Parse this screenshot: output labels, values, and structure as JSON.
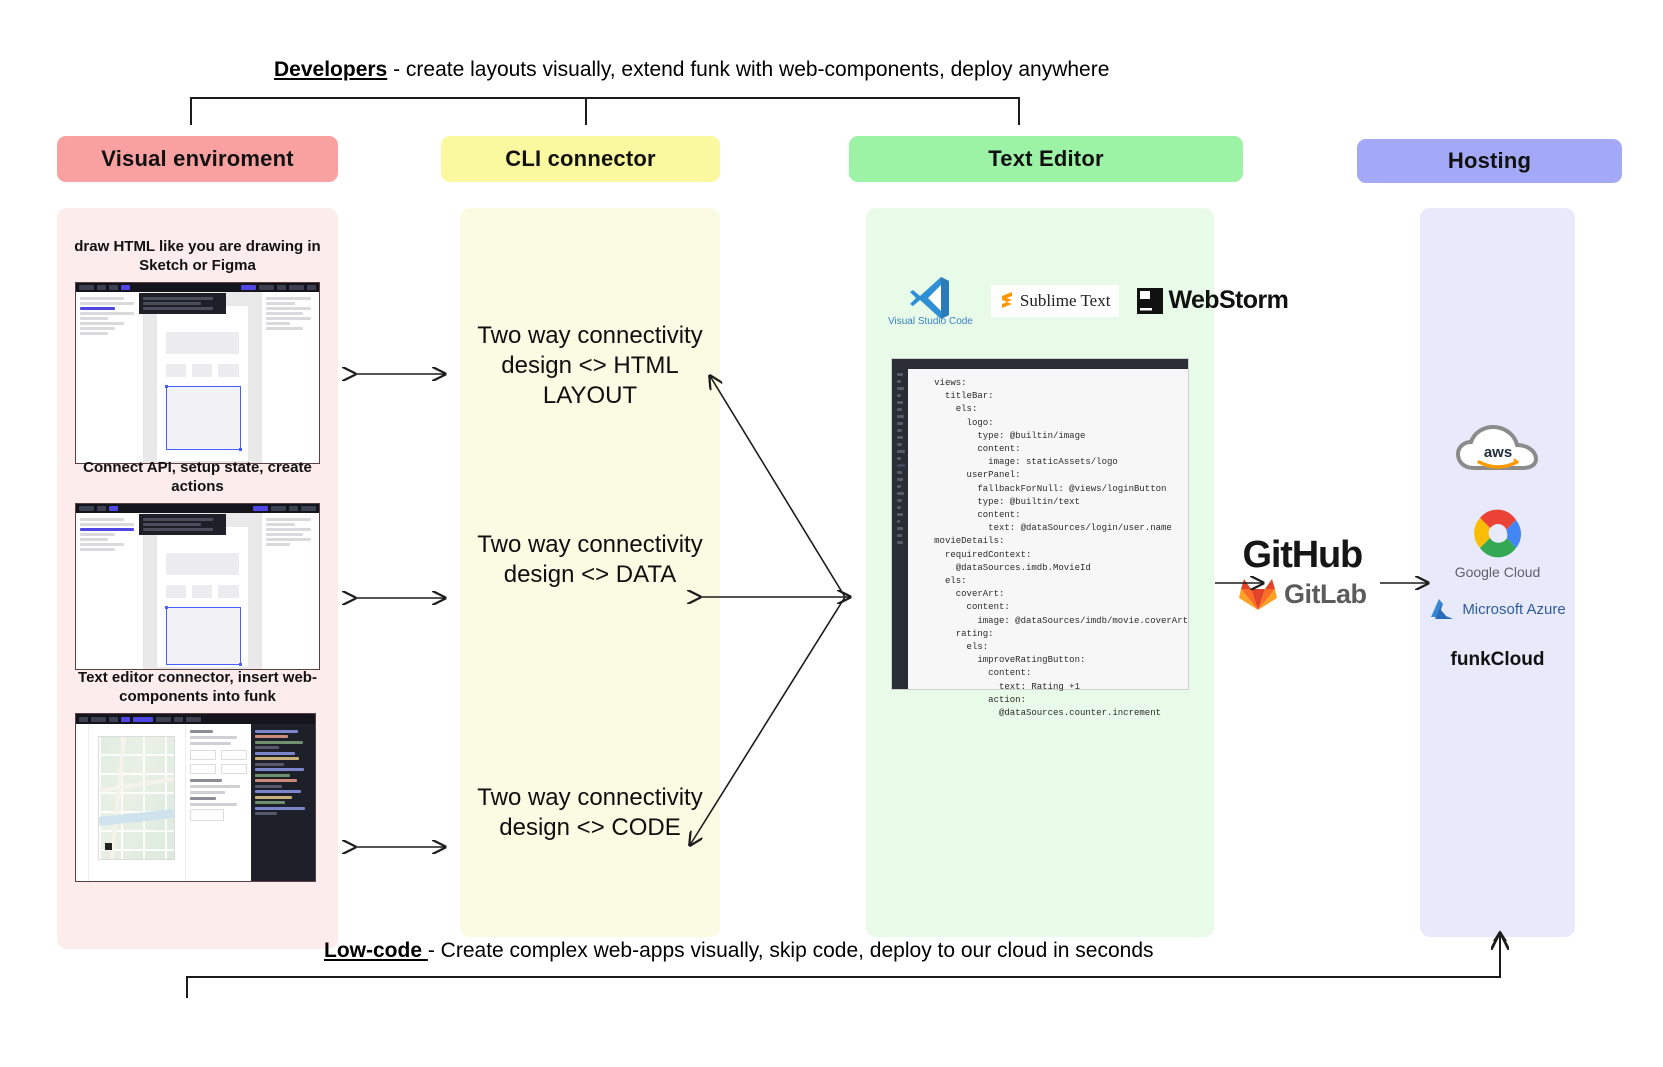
{
  "top_caption": {
    "keyword": "Developers",
    "rest": " - create layouts visually, extend funk with web-components, deploy anywhere"
  },
  "bottom_caption": {
    "keyword": "Low-code ",
    "rest": "- Create complex web-apps visually, skip code, deploy to our cloud in seconds"
  },
  "columns": [
    {
      "id": "visual-enviroment",
      "title": "Visual enviroment",
      "header_color": "#f9a0a0",
      "body_color": "#fdecec"
    },
    {
      "id": "cli-connector",
      "title": "CLI connector",
      "header_color": "#faf9a0",
      "body_color": "#fbfbe4"
    },
    {
      "id": "text-editor",
      "title": "Text Editor",
      "header_color": "#9cf3a6",
      "body_color": "#e8fbe9"
    },
    {
      "id": "hosting",
      "title": "Hosting",
      "header_color": "#a3a9f7",
      "body_color": "#e8eafb"
    }
  ],
  "visual_enviroment": {
    "cards": [
      {
        "title": "draw HTML like you are drawing in Sketch or Figma",
        "shot": "builder-screenshot-layout"
      },
      {
        "title": "Connect API, setup state, create actions",
        "shot": "builder-screenshot-data"
      },
      {
        "title": "Text editor connector, insert web-components into funk",
        "shot": "builder-screenshot-code"
      }
    ]
  },
  "cli_connector": {
    "blocks": [
      "Two way connectivity design <> HTML LAYOUT",
      "Two way connectivity design <> DATA",
      "Two way connectivity design <> CODE"
    ]
  },
  "text_editor": {
    "logos": [
      {
        "name": "visual-studio-code",
        "caption": "Visual Studio Code"
      },
      {
        "name": "sublime-text",
        "caption": "Sublime Text"
      },
      {
        "name": "webstorm",
        "caption": "WebStorm"
      }
    ],
    "code": "views:\n  titleBar:\n    els:\n      logo:\n        type: @builtin/image\n        content:\n          image: staticAssets/logo\n      userPanel:\n        fallbackForNull: @views/loginButton\n        type: @builtin/text\n        content:\n          text: @dataSources/login/user.name\nmovieDetails:\n  requiredContext:\n    @dataSources.imdb.MovieId\n  els:\n    coverArt:\n      content:\n        image: @dataSources/imdb/movie.coverArt\n    rating:\n      els:\n        improveRatingButton:\n          content:\n            text: Rating +1\n          action:\n            @dataSources.counter.increment"
  },
  "vcs": {
    "github": "GitHub",
    "gitlab": "GitLab"
  },
  "hosting": {
    "items": [
      {
        "name": "aws",
        "label": "aws"
      },
      {
        "name": "google-cloud",
        "label": "Google Cloud"
      },
      {
        "name": "microsoft-azure",
        "label": "Microsoft Azure"
      },
      {
        "name": "funkcloud",
        "label": "funkCloud"
      }
    ]
  },
  "colors": {
    "red_header": "#f9a0a0",
    "yellow_header": "#faf9a0",
    "green_header": "#9cf3a6",
    "blue_header": "#a3a9f7",
    "line": "#1c1c1c"
  }
}
